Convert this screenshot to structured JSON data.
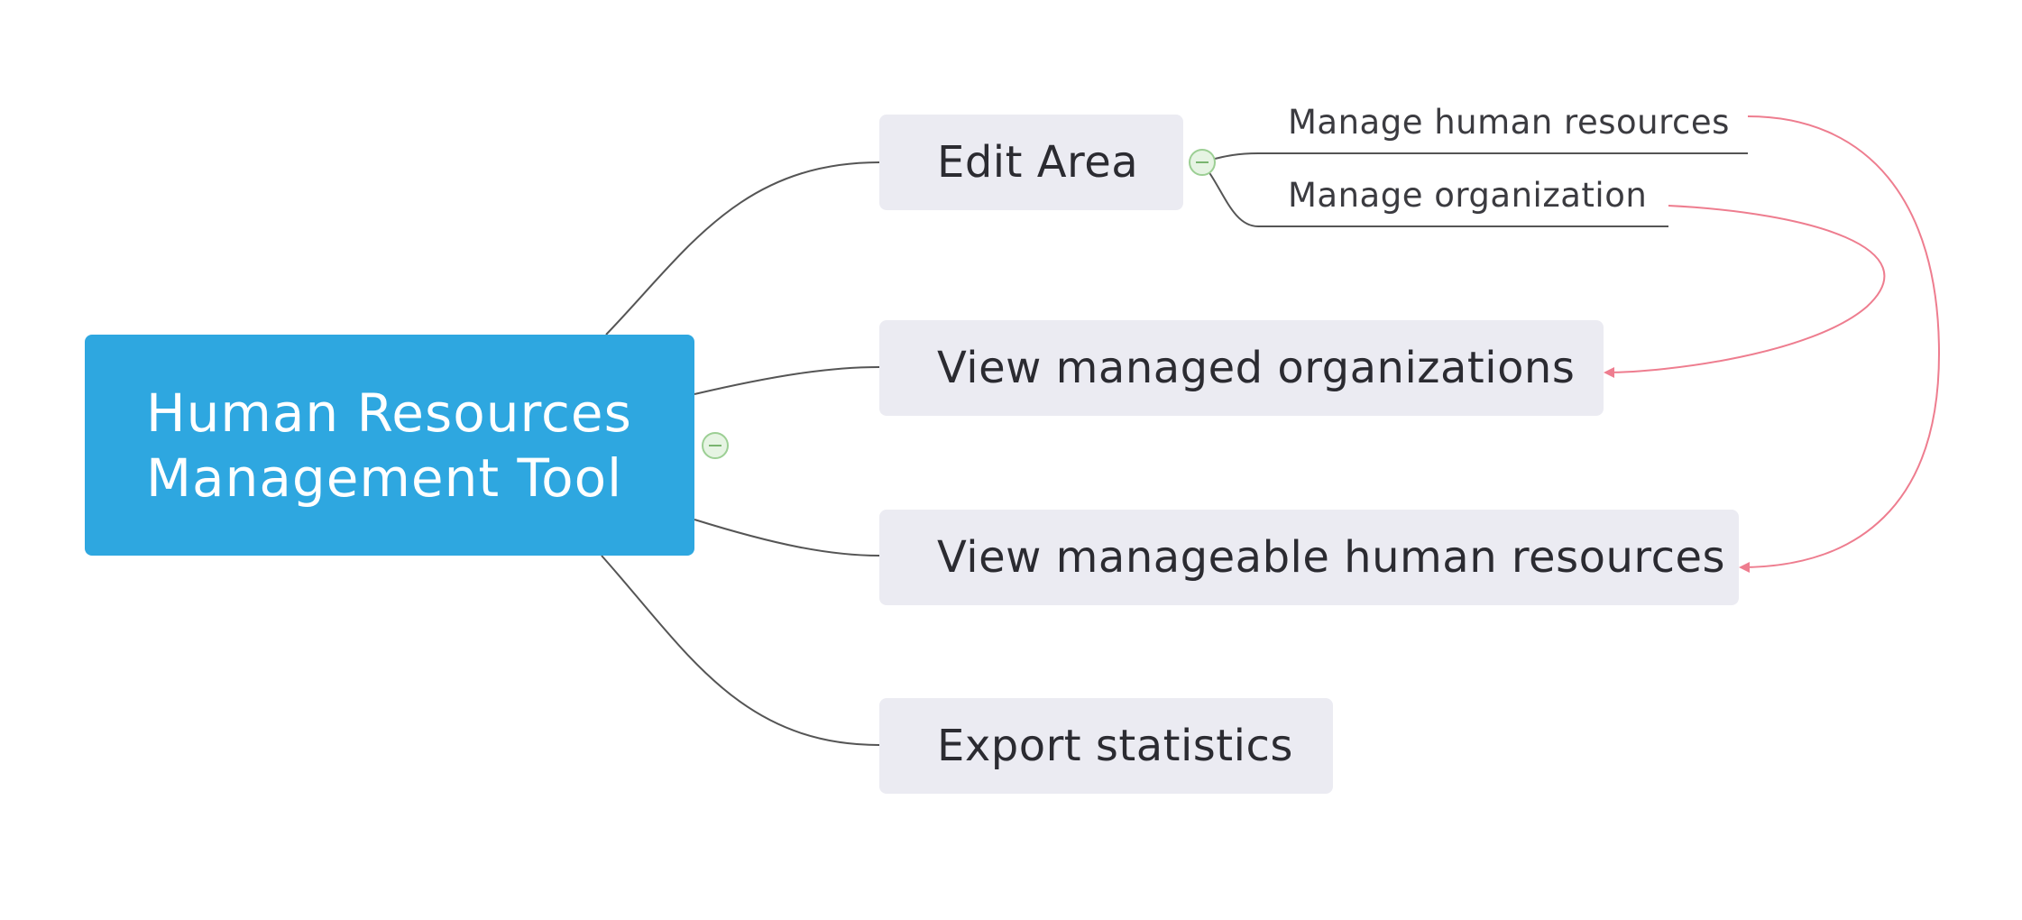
{
  "mindmap": {
    "root": {
      "title": "Human Resources Management Tool"
    },
    "branches": [
      {
        "id": "edit-area",
        "label": "Edit Area",
        "children": [
          {
            "id": "manage-human-resources",
            "label": "Manage human resources"
          },
          {
            "id": "manage-organization",
            "label": "Manage organization"
          }
        ]
      },
      {
        "id": "view-managed-organizations",
        "label": "View managed organizations"
      },
      {
        "id": "view-manageable-human-resources",
        "label": "View manageable human resources"
      },
      {
        "id": "export-statistics",
        "label": "Export statistics"
      }
    ],
    "relationships": [
      {
        "from": "manage-organization",
        "to": "view-managed-organizations"
      },
      {
        "from": "manage-human-resources",
        "to": "view-manageable-human-resources"
      }
    ]
  },
  "colors": {
    "root_fill": "#2ea7e0",
    "root_text": "#ffffff",
    "branch_fill": "#ebebf2",
    "branch_text": "#2b2b31",
    "connector": "#555555",
    "relationship": "#ee7d8f",
    "toggle_fill": "#e6f4e3",
    "toggle_border": "#9ccf94"
  },
  "icons": {
    "collapse": "minus-circle-icon"
  }
}
